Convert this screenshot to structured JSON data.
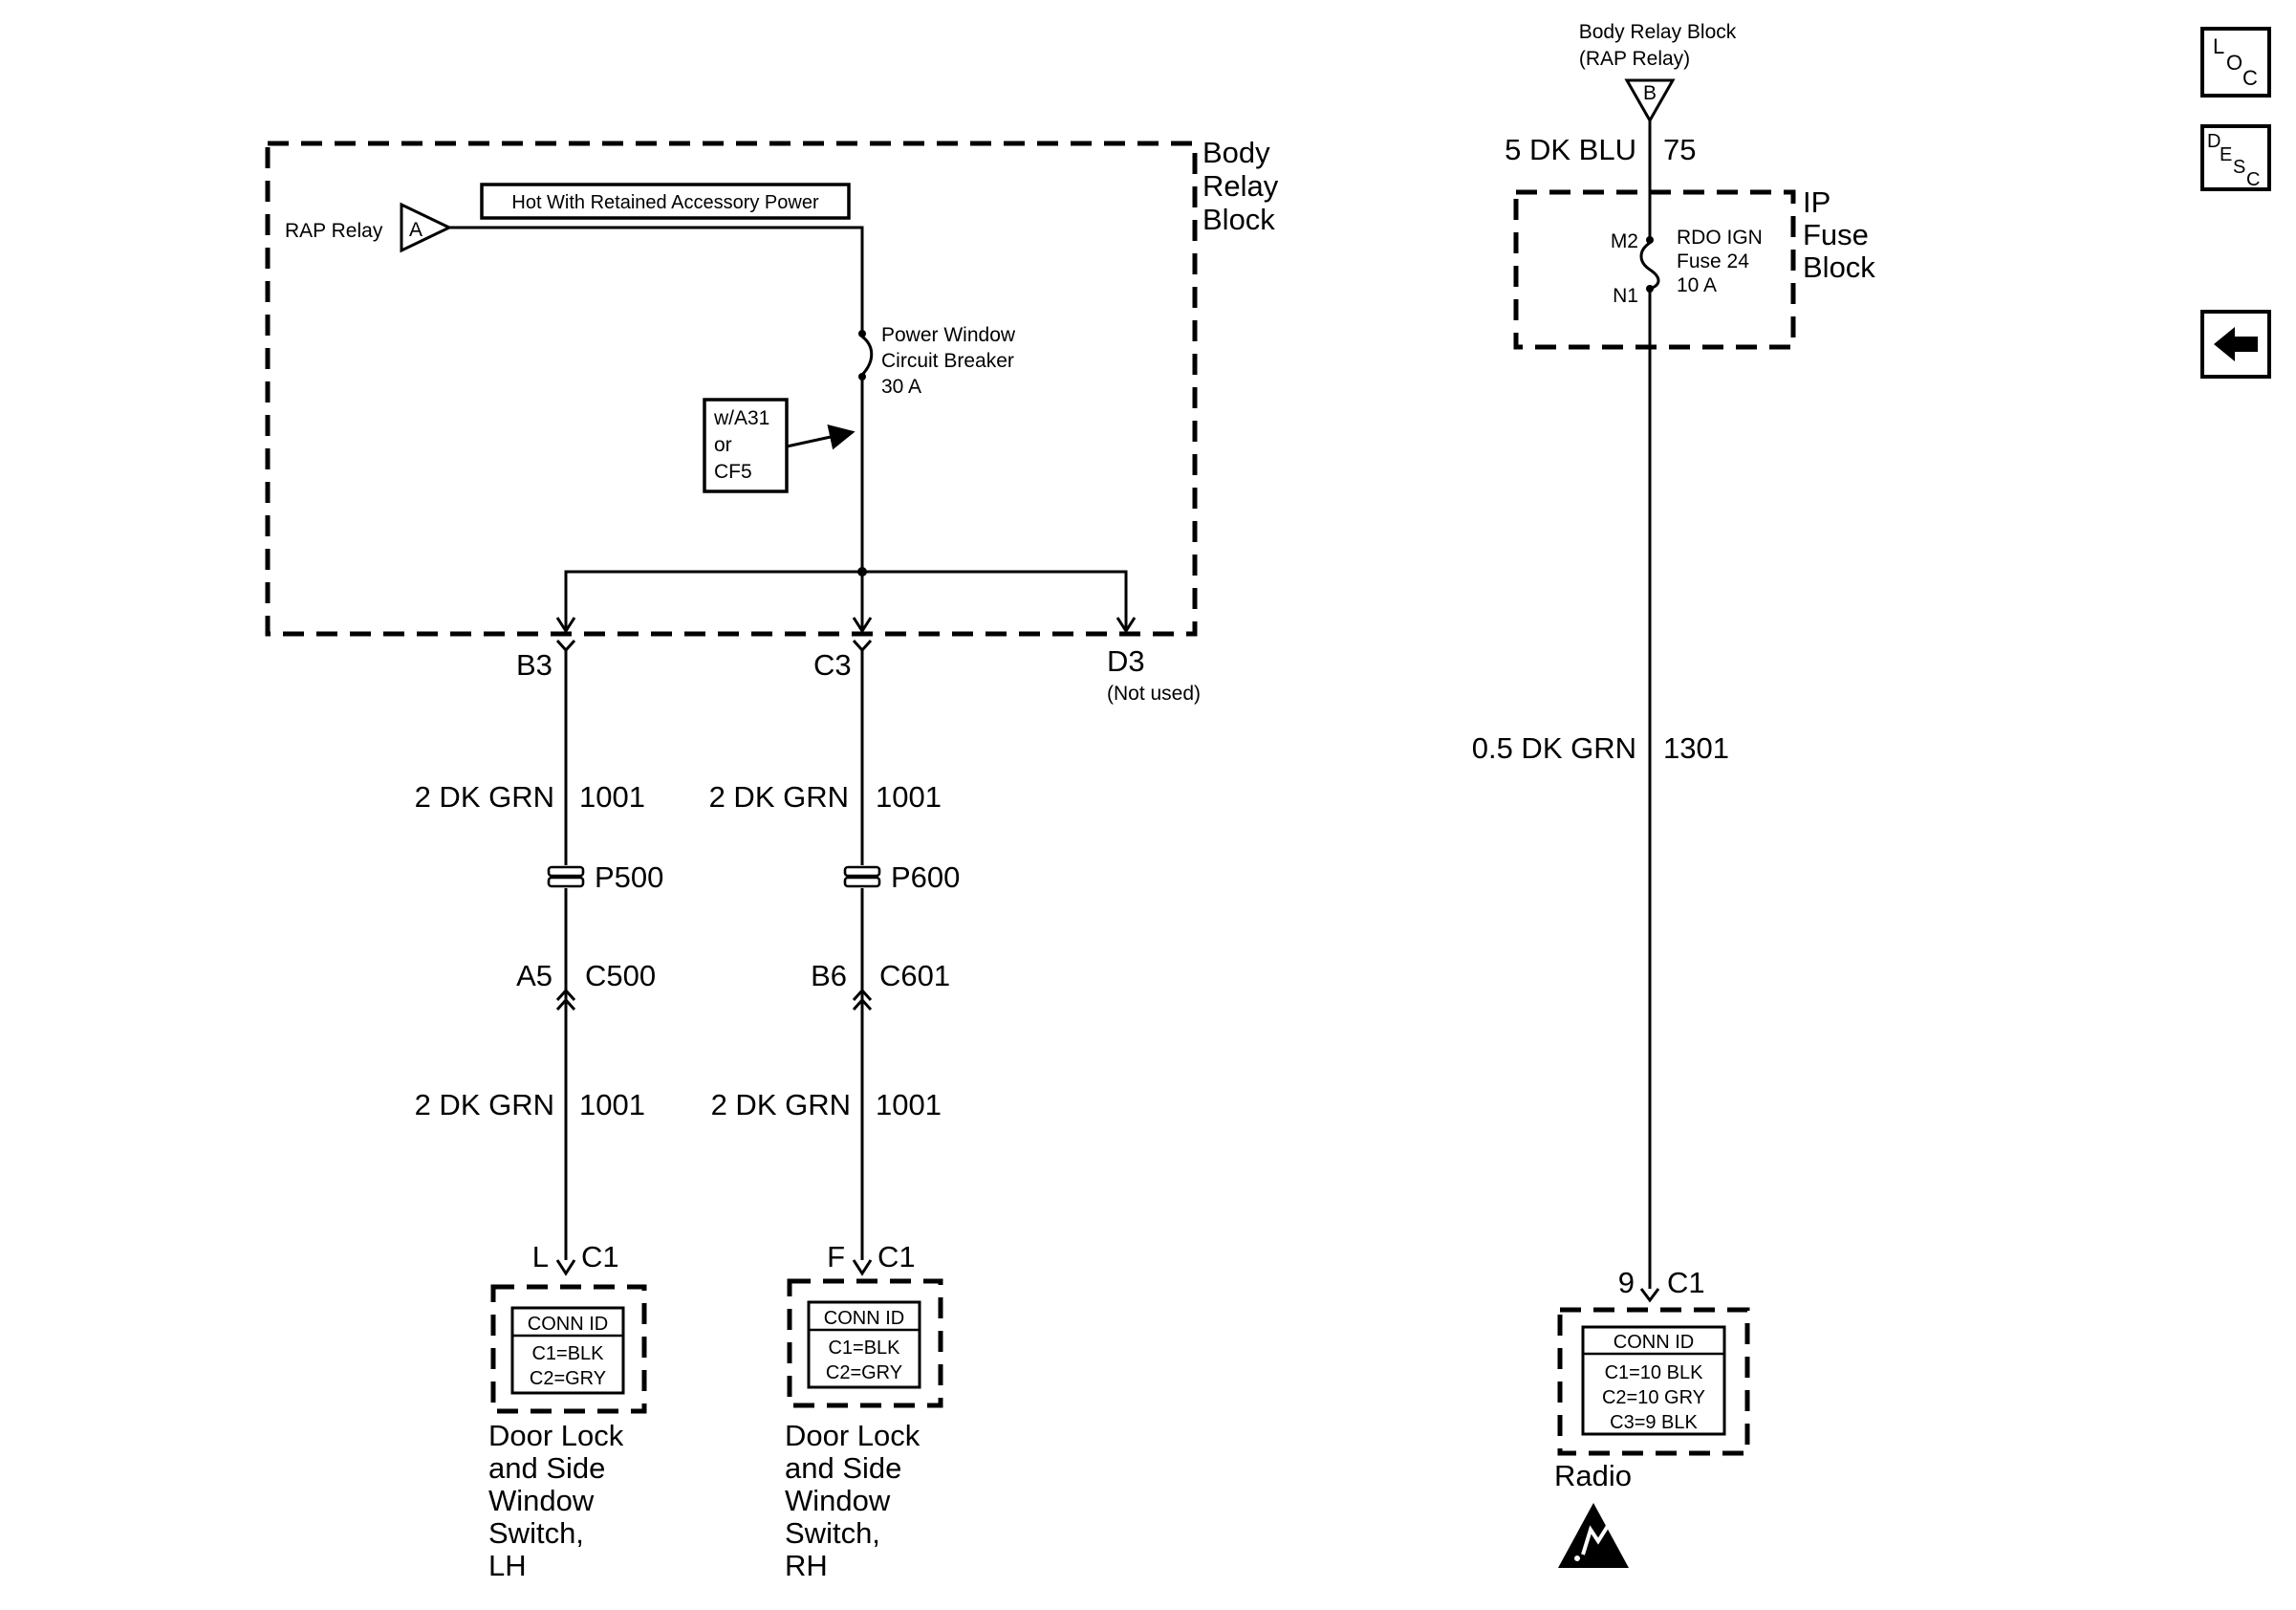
{
  "diagram": {
    "body_relay_block": {
      "label_lines": [
        "Body",
        "Relay",
        "Block"
      ]
    },
    "rap_relay": {
      "label": "RAP Relay",
      "terminal": "A"
    },
    "hot_label": "Hot With Retained Accessory Power",
    "circuit_breaker": {
      "lines": [
        "Power Window",
        "Circuit Breaker",
        "30 A"
      ]
    },
    "option_box": {
      "lines": [
        "w/A31",
        "or",
        "CF5"
      ]
    },
    "outputs": {
      "b3": "B3",
      "c3": "C3",
      "d3": "D3",
      "d3_note": "(Not used)"
    },
    "left_branch": {
      "wire_upper_size": "2 DK GRN",
      "wire_upper_circuit": "1001",
      "splice": "P500",
      "pin": "A5",
      "connector": "C500",
      "wire_lower_size": "2 DK GRN",
      "wire_lower_circuit": "1001",
      "switch_pin": "L",
      "switch_conn": "C1",
      "conn_id": {
        "title": "CONN ID",
        "rows": [
          "C1=BLK",
          "C2=GRY"
        ]
      },
      "device_lines": [
        "Door Lock",
        "and Side",
        "Window",
        "Switch,",
        "LH"
      ]
    },
    "right_branch": {
      "wire_upper_size": "2 DK GRN",
      "wire_upper_circuit": "1001",
      "splice": "P600",
      "pin": "B6",
      "connector": "C601",
      "wire_lower_size": "2 DK GRN",
      "wire_lower_circuit": "1001",
      "switch_pin": "F",
      "switch_conn": "C1",
      "conn_id": {
        "title": "CONN ID",
        "rows": [
          "C1=BLK",
          "C2=GRY"
        ]
      },
      "device_lines": [
        "Door Lock",
        "and Side",
        "Window",
        "Switch,",
        "RH"
      ]
    },
    "radio_circuit": {
      "source_lines": [
        "Body Relay Block",
        "(RAP Relay)"
      ],
      "source_terminal": "B",
      "wire_top_size": "5 DK BLU",
      "wire_top_circuit": "75",
      "fuse_block_lines": [
        "IP",
        "Fuse",
        "Block"
      ],
      "fuse_in": "M2",
      "fuse_out": "N1",
      "fuse_lines": [
        "RDO IGN",
        "Fuse 24",
        "10 A"
      ],
      "wire_mid_size": "0.5 DK GRN",
      "wire_mid_circuit": "1301",
      "radio_pin": "9",
      "radio_conn": "C1",
      "conn_id": {
        "title": "CONN ID",
        "rows": [
          "C1=10 BLK",
          "C2=10 GRY",
          "C3=9 BLK"
        ]
      },
      "device": "Radio",
      "esd_icon": "esd-warning-icon"
    }
  },
  "nav": {
    "loc_icon": "loc-icon",
    "loc_letters": [
      "L",
      "O",
      "C"
    ],
    "desc_icon": "desc-icon",
    "desc_letters": [
      "D",
      "E",
      "S",
      "C"
    ],
    "back_icon": "back-arrow-icon"
  }
}
